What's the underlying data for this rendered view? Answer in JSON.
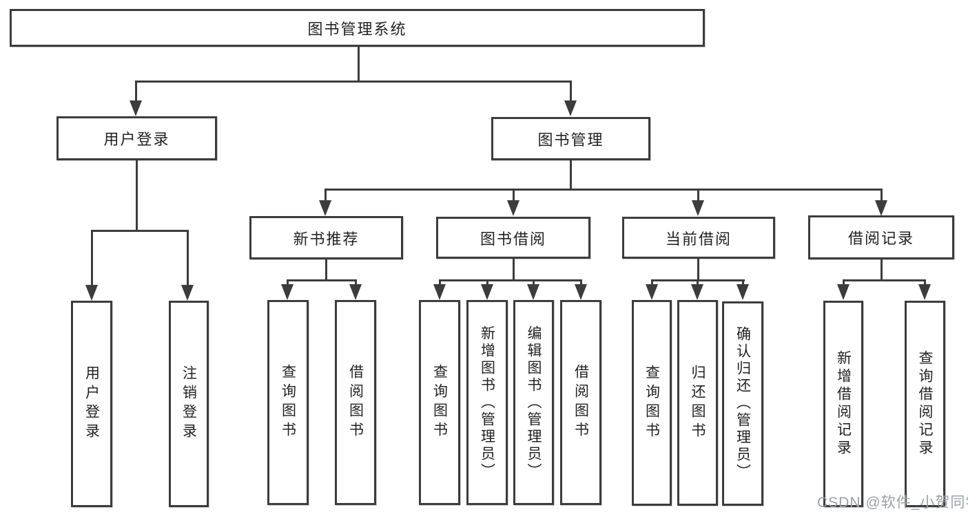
{
  "diagram": {
    "tree": {
      "label": "图书管理系统",
      "children": [
        {
          "label": "用户登录",
          "children": [
            {
              "label": "用户登录"
            },
            {
              "label": "注销登录"
            }
          ]
        },
        {
          "label": "图书管理",
          "children": [
            {
              "label": "新书推荐",
              "children": [
                {
                  "label": "查询图书"
                },
                {
                  "label": "借阅图书"
                }
              ]
            },
            {
              "label": "图书借阅",
              "children": [
                {
                  "label": "查询图书"
                },
                {
                  "label": "新增图书（管理员）"
                },
                {
                  "label": "编辑图书（管理员）"
                },
                {
                  "label": "借阅图书"
                }
              ]
            },
            {
              "label": "当前借阅",
              "children": [
                {
                  "label": "查询图书"
                },
                {
                  "label": "归还图书"
                },
                {
                  "label": "确认归还（管理员）"
                }
              ]
            },
            {
              "label": "借阅记录",
              "children": [
                {
                  "label": "新增借阅记录"
                },
                {
                  "label": "查询借阅记录"
                }
              ]
            }
          ]
        }
      ]
    }
  },
  "watermark": {
    "text": "CSDN @软件_小贺同学"
  },
  "colors": {
    "line": "#3c3c3c",
    "text": "#222222",
    "background": "#ffffff",
    "watermark": "#9aa0a6"
  }
}
